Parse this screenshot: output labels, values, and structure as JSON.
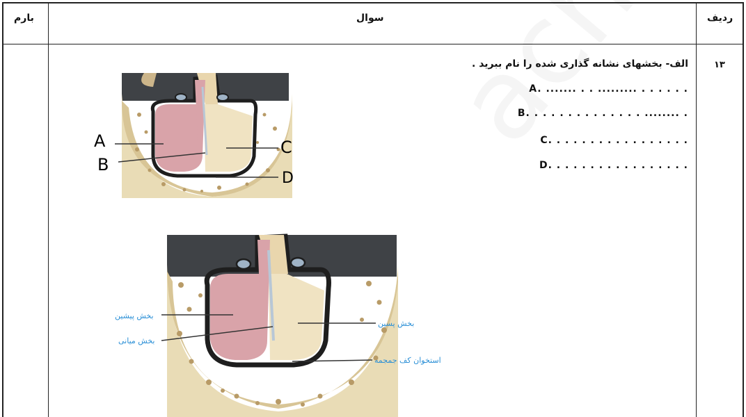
{
  "header": {
    "grade_label": "بارم",
    "question_label": "سوال",
    "row_label": "ردیف"
  },
  "question": {
    "number": "۱۳",
    "title": "الف- بخشهای نشانه گذاری شده را نام ببرید .",
    "answers": [
      "A. ....... . . ......... . . . . . .",
      "B. . . . . . . . . . . . . . ........ .",
      "C. . . . . . . . . . . . . . . . .",
      "D. . . . . . . . . . . . . . . . ."
    ]
  },
  "figure1": {
    "labels": [
      "A",
      "B",
      "C",
      "D"
    ]
  },
  "figure2": {
    "labels": [
      "بخش پیشین",
      "بخش میانی",
      "بخش پسین",
      "استخوان کف جمجمه"
    ],
    "label_color": "#2a8fd6"
  },
  "watermark": "ach.com"
}
